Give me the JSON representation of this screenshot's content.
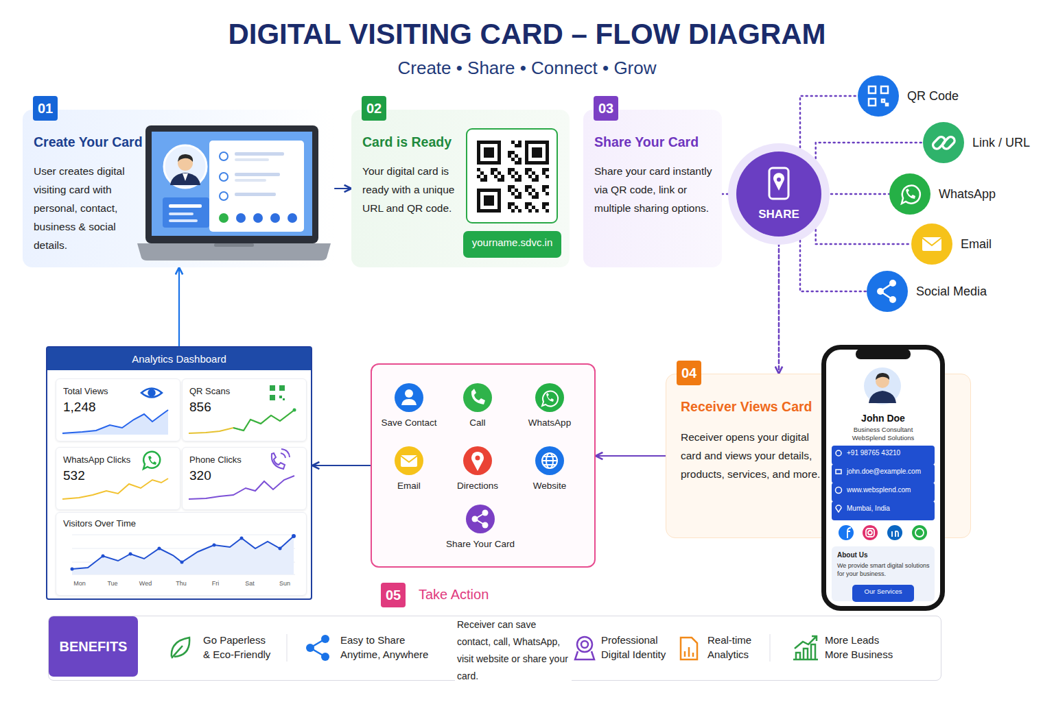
{
  "diagram": {
    "title": "DIGITAL VISITING CARD – FLOW DIAGRAM",
    "caption": "Create • Share • Connect • Grow",
    "nodes": [
      {
        "text": [
          "01",
          "Create Your Card",
          "User creates digital visiting card with personal, contact, business & social details."
        ]
      },
      {
        "text": [
          "02",
          "Card is Ready",
          "Your digital card is ready with a unique URL and QR code."
        ]
      },
      {
        "text": [
          "yourname.sdvc.in"
        ],
        "in": 1
      },
      {
        "text": [
          "03",
          "Share Your Card",
          "Share your card instantly via QR code, link or multiple sharing options."
        ]
      },
      {
        "text": [
          "SHARE"
        ]
      },
      {
        "text": [
          "QR Code"
        ]
      },
      {
        "text": [
          "Link / URL"
        ]
      },
      {
        "text": [
          "WhatsApp"
        ]
      },
      {
        "text": [
          "Email"
        ]
      },
      {
        "text": [
          "Social Media"
        ]
      },
      {
        "text": [
          "04",
          "Receiver Views Card",
          "Receiver opens your digital card and views your details, products, services, and more."
        ]
      },
      {
        "text": [
          "John Doe",
          "Business Consultant",
          "WebSplend Solutions"
        ]
      },
      {
        "text": [
          "+91 98765 43210"
        ],
        "in": 11
      },
      {
        "text": [
          "john.doe@example.com"
        ],
        "in": 11
      },
      {
        "text": [
          "www.websplend.com"
        ],
        "in": 11
      },
      {
        "text": [
          "Mumbai, India"
        ],
        "in": 11
      },
      {
        "text": [
          "About Us",
          "We provide smart digital solutions for your business."
        ],
        "in": 11
      },
      {
        "text": [
          "Our Services"
        ],
        "in": 16
      },
      {
        "text": [
          "05",
          "Take Action"
        ]
      },
      {
        "text": [
          "Save Contact"
        ],
        "in": 18
      },
      {
        "text": [
          "Call"
        ],
        "in": 18
      },
      {
        "text": [
          "WhatsApp"
        ],
        "in": 18
      },
      {
        "text": [
          "Email"
        ],
        "in": 18
      },
      {
        "text": [
          "Directions"
        ],
        "in": 18
      },
      {
        "text": [
          "Website"
        ],
        "in": 18
      },
      {
        "text": [
          "Share Your Card"
        ],
        "in": 18
      },
      {
        "text": [
          "Analytics Dashboard"
        ]
      },
      {
        "text": [
          "Total Views",
          "1,248"
        ],
        "in": 26
      },
      {
        "text": [
          "QR Scans",
          "856"
        ],
        "in": 26
      },
      {
        "text": [
          "WhatsApp Clicks",
          "532"
        ],
        "in": 26
      },
      {
        "text": [
          "Phone Clicks",
          "320"
        ],
        "in": 26
      },
      {
        "text": [
          "Visitors Over Time"
        ],
        "in": 26
      },
      {
        "text": [
          "BENEFITS",
          "Go Paperless & Eco-Friendly",
          "Easy to Share Anytime, Anywhere",
          "Professional Digital Identity",
          "Real-time Analytics",
          "More Leads More Business"
        ]
      }
    ],
    "edges": [
      {
        "from": 0,
        "to": 1,
        "arrow": "to"
      },
      {
        "from": 3,
        "to": 4,
        "arrow": "none"
      },
      {
        "from": 4,
        "to": 5,
        "arrow": "none"
      },
      {
        "from": 4,
        "to": 6,
        "arrow": "none"
      },
      {
        "from": 4,
        "to": 7,
        "arrow": "none"
      },
      {
        "from": 4,
        "to": 8,
        "arrow": "none"
      },
      {
        "from": 4,
        "to": 9,
        "arrow": "none"
      },
      {
        "from": 4,
        "to": 10,
        "arrow": "to"
      },
      {
        "from": 10,
        "to": 18,
        "arrow": "to"
      },
      {
        "from": 18,
        "to": 26,
        "arrow": "to"
      },
      {
        "from": 26,
        "to": 0,
        "arrow": "to"
      }
    ],
    "labels": [
      "Mon",
      "Tue",
      "Wed",
      "Thu",
      "Fri",
      "Sat",
      "Sun",
      "Receiver can save contact, call, WhatsApp, visit website or share your card."
    ]
  }
}
